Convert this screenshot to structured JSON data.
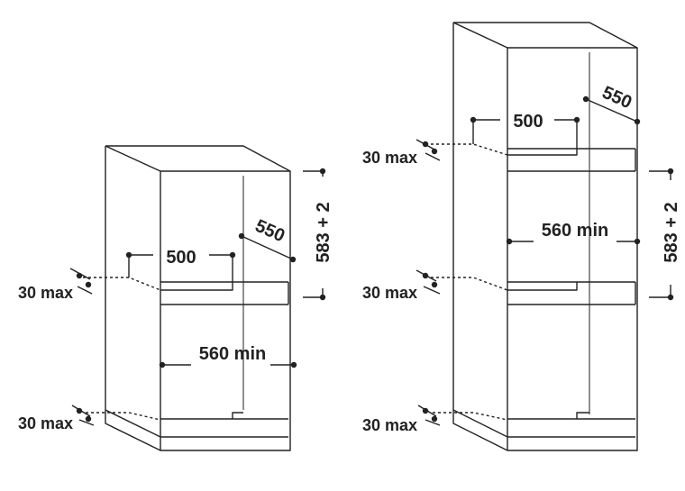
{
  "left_cabinet": {
    "depth_label": "500",
    "depth_diag_label": "550",
    "height_label": "583 + 2",
    "width_label": "560 min",
    "gap_top_label": "30 max",
    "gap_bottom_label": "30 max"
  },
  "right_cabinet": {
    "depth_label": "500",
    "depth_diag_label": "550",
    "height_label": "583 + 2",
    "width_label": "560 min",
    "gap_top_label": "30 max",
    "gap_mid_label": "30 max",
    "gap_bottom_label": "30 max"
  },
  "colors": {
    "line": "#222222",
    "background": "#ffffff"
  }
}
